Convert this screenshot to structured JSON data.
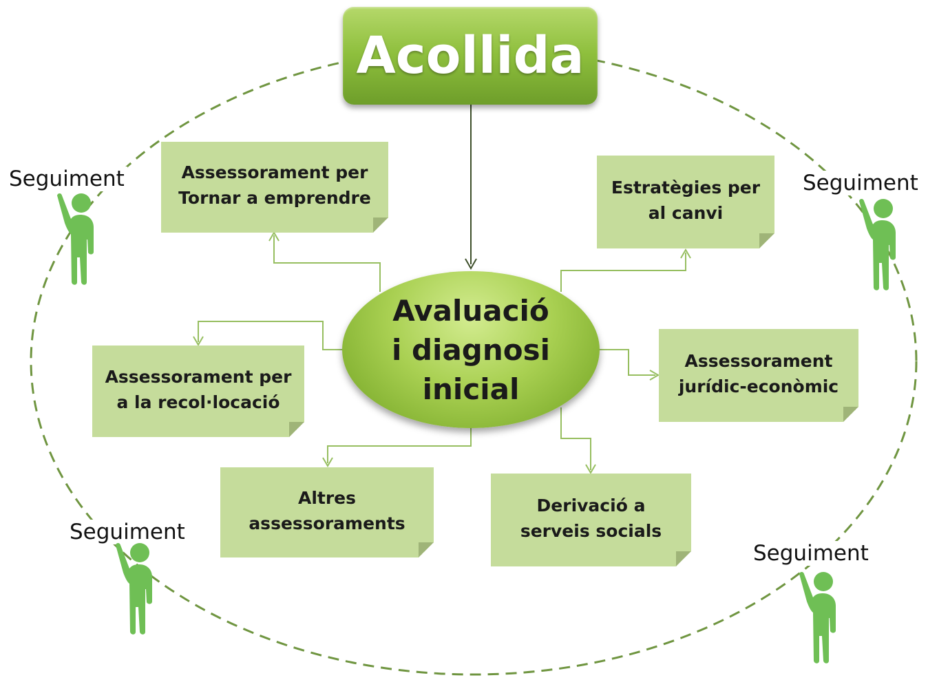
{
  "title": "Acollida",
  "center": "Avaluació\ni diagnosi\ninicial",
  "boxes": [
    {
      "id": "tornar",
      "label": "Assessorament per\nTornar a emprendre"
    },
    {
      "id": "canvi",
      "label": "Estratègies per\nal canvi"
    },
    {
      "id": "recol",
      "label": "Assessorament per\na la recol·locació"
    },
    {
      "id": "juridic",
      "label": "Assessorament\njurídic-econòmic"
    },
    {
      "id": "altres",
      "label": "Altres\nassessoraments"
    },
    {
      "id": "derivacio",
      "label": "Derivació a\nserveis socials"
    }
  ],
  "followups": [
    {
      "label": "Seguiment"
    },
    {
      "label": "Seguiment"
    },
    {
      "label": "Seguiment"
    },
    {
      "label": "Seguiment"
    }
  ],
  "colors": {
    "dashed_ring": "#6f9540",
    "connector": "#96be5f",
    "arrow_main": "#3d4f2a",
    "note_fill": "#c5dc9b",
    "person": "#6fbf55"
  },
  "icons": [
    "person-waving-icon"
  ]
}
